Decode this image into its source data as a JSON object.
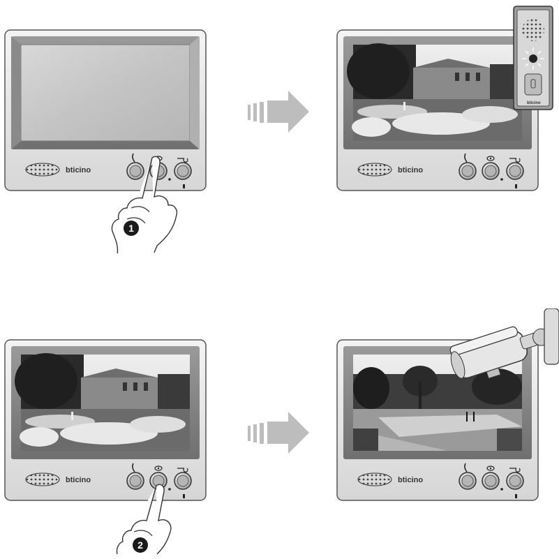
{
  "brand": "bticino",
  "steps": [
    "1",
    "2"
  ],
  "icons": {
    "handset": "handset-icon",
    "camera_cycle": "camera-cycle-icon",
    "door_lock": "key-icon"
  },
  "colors": {
    "frame": "#d9d9d9",
    "screen_blank": "#bfbfbf",
    "arrow": "#bdbdbd"
  }
}
